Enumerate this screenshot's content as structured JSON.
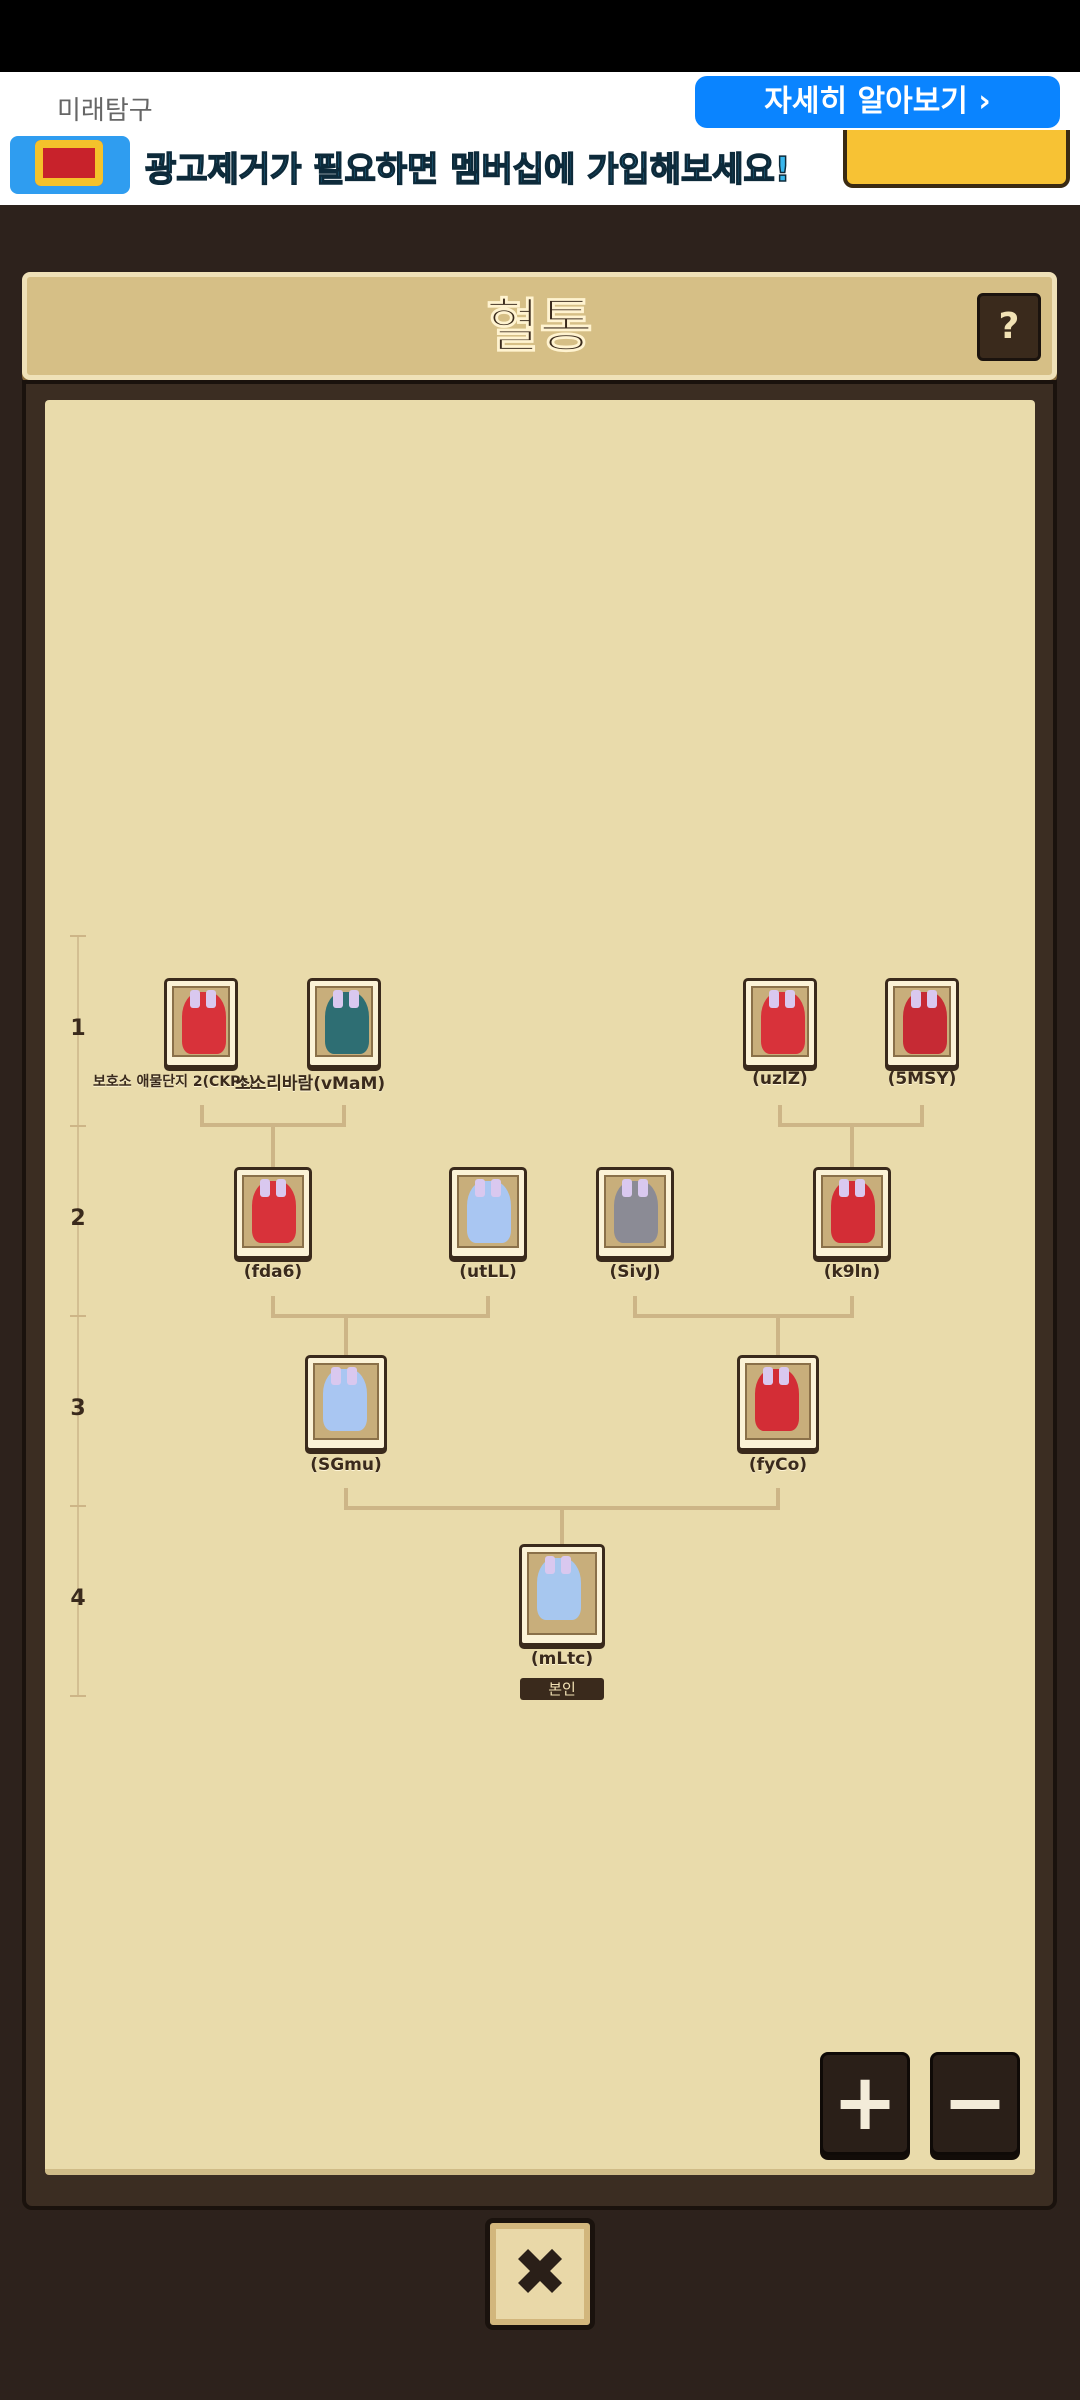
{
  "ad": {
    "brand": "미래탐구",
    "cta_button": "자세히 알아보기 ›",
    "membership_text": "광고제거가 필요하면 멤버십에 가입해보세요!"
  },
  "header": {
    "title": "혈통",
    "help_label": "?"
  },
  "levels": [
    "1",
    "2",
    "3",
    "4"
  ],
  "tree": {
    "l1": [
      {
        "name": "보호소 애물단지 2(CKPs)",
        "art_color": "#d8323a"
      },
      {
        "name": "소소리바람(vMaM)",
        "art_color": "#2e6e73"
      },
      {
        "name": "(uzlZ)",
        "art_color": "#d8323a"
      },
      {
        "name": "(5MSY)",
        "art_color": "#c62a34"
      }
    ],
    "l2": [
      {
        "name": "(fda6)",
        "art_color": "#d8323a"
      },
      {
        "name": "(utLL)",
        "art_color": "#a9c6f2"
      },
      {
        "name": "(SivJ)",
        "art_color": "#8b8b95"
      },
      {
        "name": "(k9ln)",
        "art_color": "#d32d36"
      }
    ],
    "l3": [
      {
        "name": "(SGmu)",
        "art_color": "#a9c6f2"
      },
      {
        "name": "(fyCo)",
        "art_color": "#d32d36"
      }
    ],
    "l4": [
      {
        "name": "(mLtc)",
        "art_color": "#a7c7ef",
        "badge": "본인"
      }
    ]
  },
  "controls": {
    "zoom_in": "+",
    "zoom_out": "−",
    "close": "✖"
  }
}
